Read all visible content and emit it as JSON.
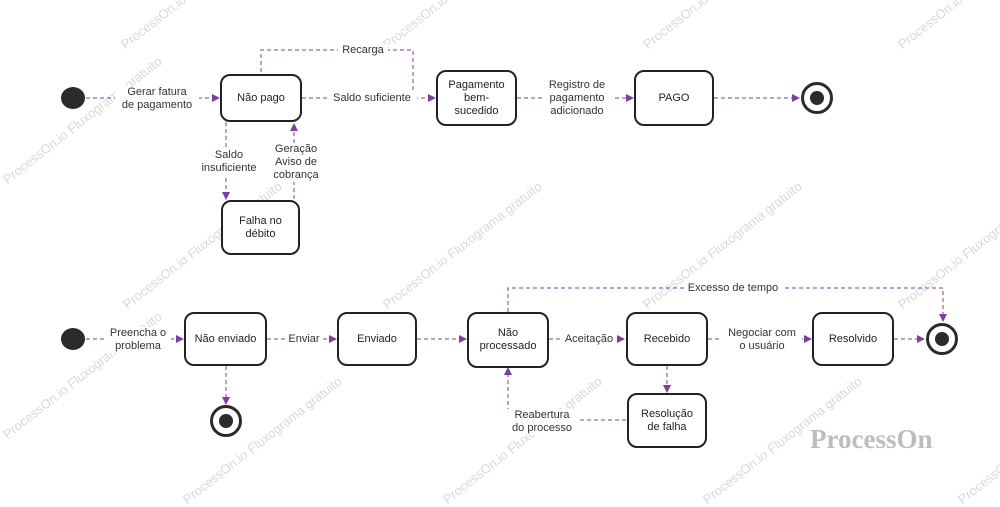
{
  "watermark": {
    "text": "ProcessOn.io Fluxograma gratuito",
    "brand": "ProcessOn"
  },
  "colors": {
    "connector": "#7b3fa0",
    "node_border": "#222222",
    "start_fill": "#2b2b2b"
  },
  "flow1": {
    "nodes": {
      "nao_pago": "Não pago",
      "pagamento": "Pagamento\nbem-\nsucedido",
      "pago": "PAGO",
      "falha": "Falha no\ndébito"
    },
    "labels": {
      "gerar_fatura": "Gerar fatura\nde pagamento",
      "recarga": "Recarga",
      "saldo_suficiente": "Saldo suficiente",
      "registro": "Registro de\npagamento\nadicionado",
      "saldo_insuficiente": "Saldo\ninsuficiente",
      "geracao": "Geração\nAviso de\ncobrança"
    }
  },
  "flow2": {
    "nodes": {
      "nao_enviado": "Não enviado",
      "enviado": "Enviado",
      "nao_processado": "Não\nprocessado",
      "recebido": "Recebido",
      "resolvido": "Resolvido",
      "resolucao": "Resolução\nde falha"
    },
    "labels": {
      "preencha": "Preencha o\nproblema",
      "enviar": "Enviar",
      "aceitacao": "Aceitação",
      "negociar": "Negociar com\no usuário",
      "excesso": "Excesso de tempo",
      "reabertura": "Reabertura\ndo processo"
    }
  }
}
